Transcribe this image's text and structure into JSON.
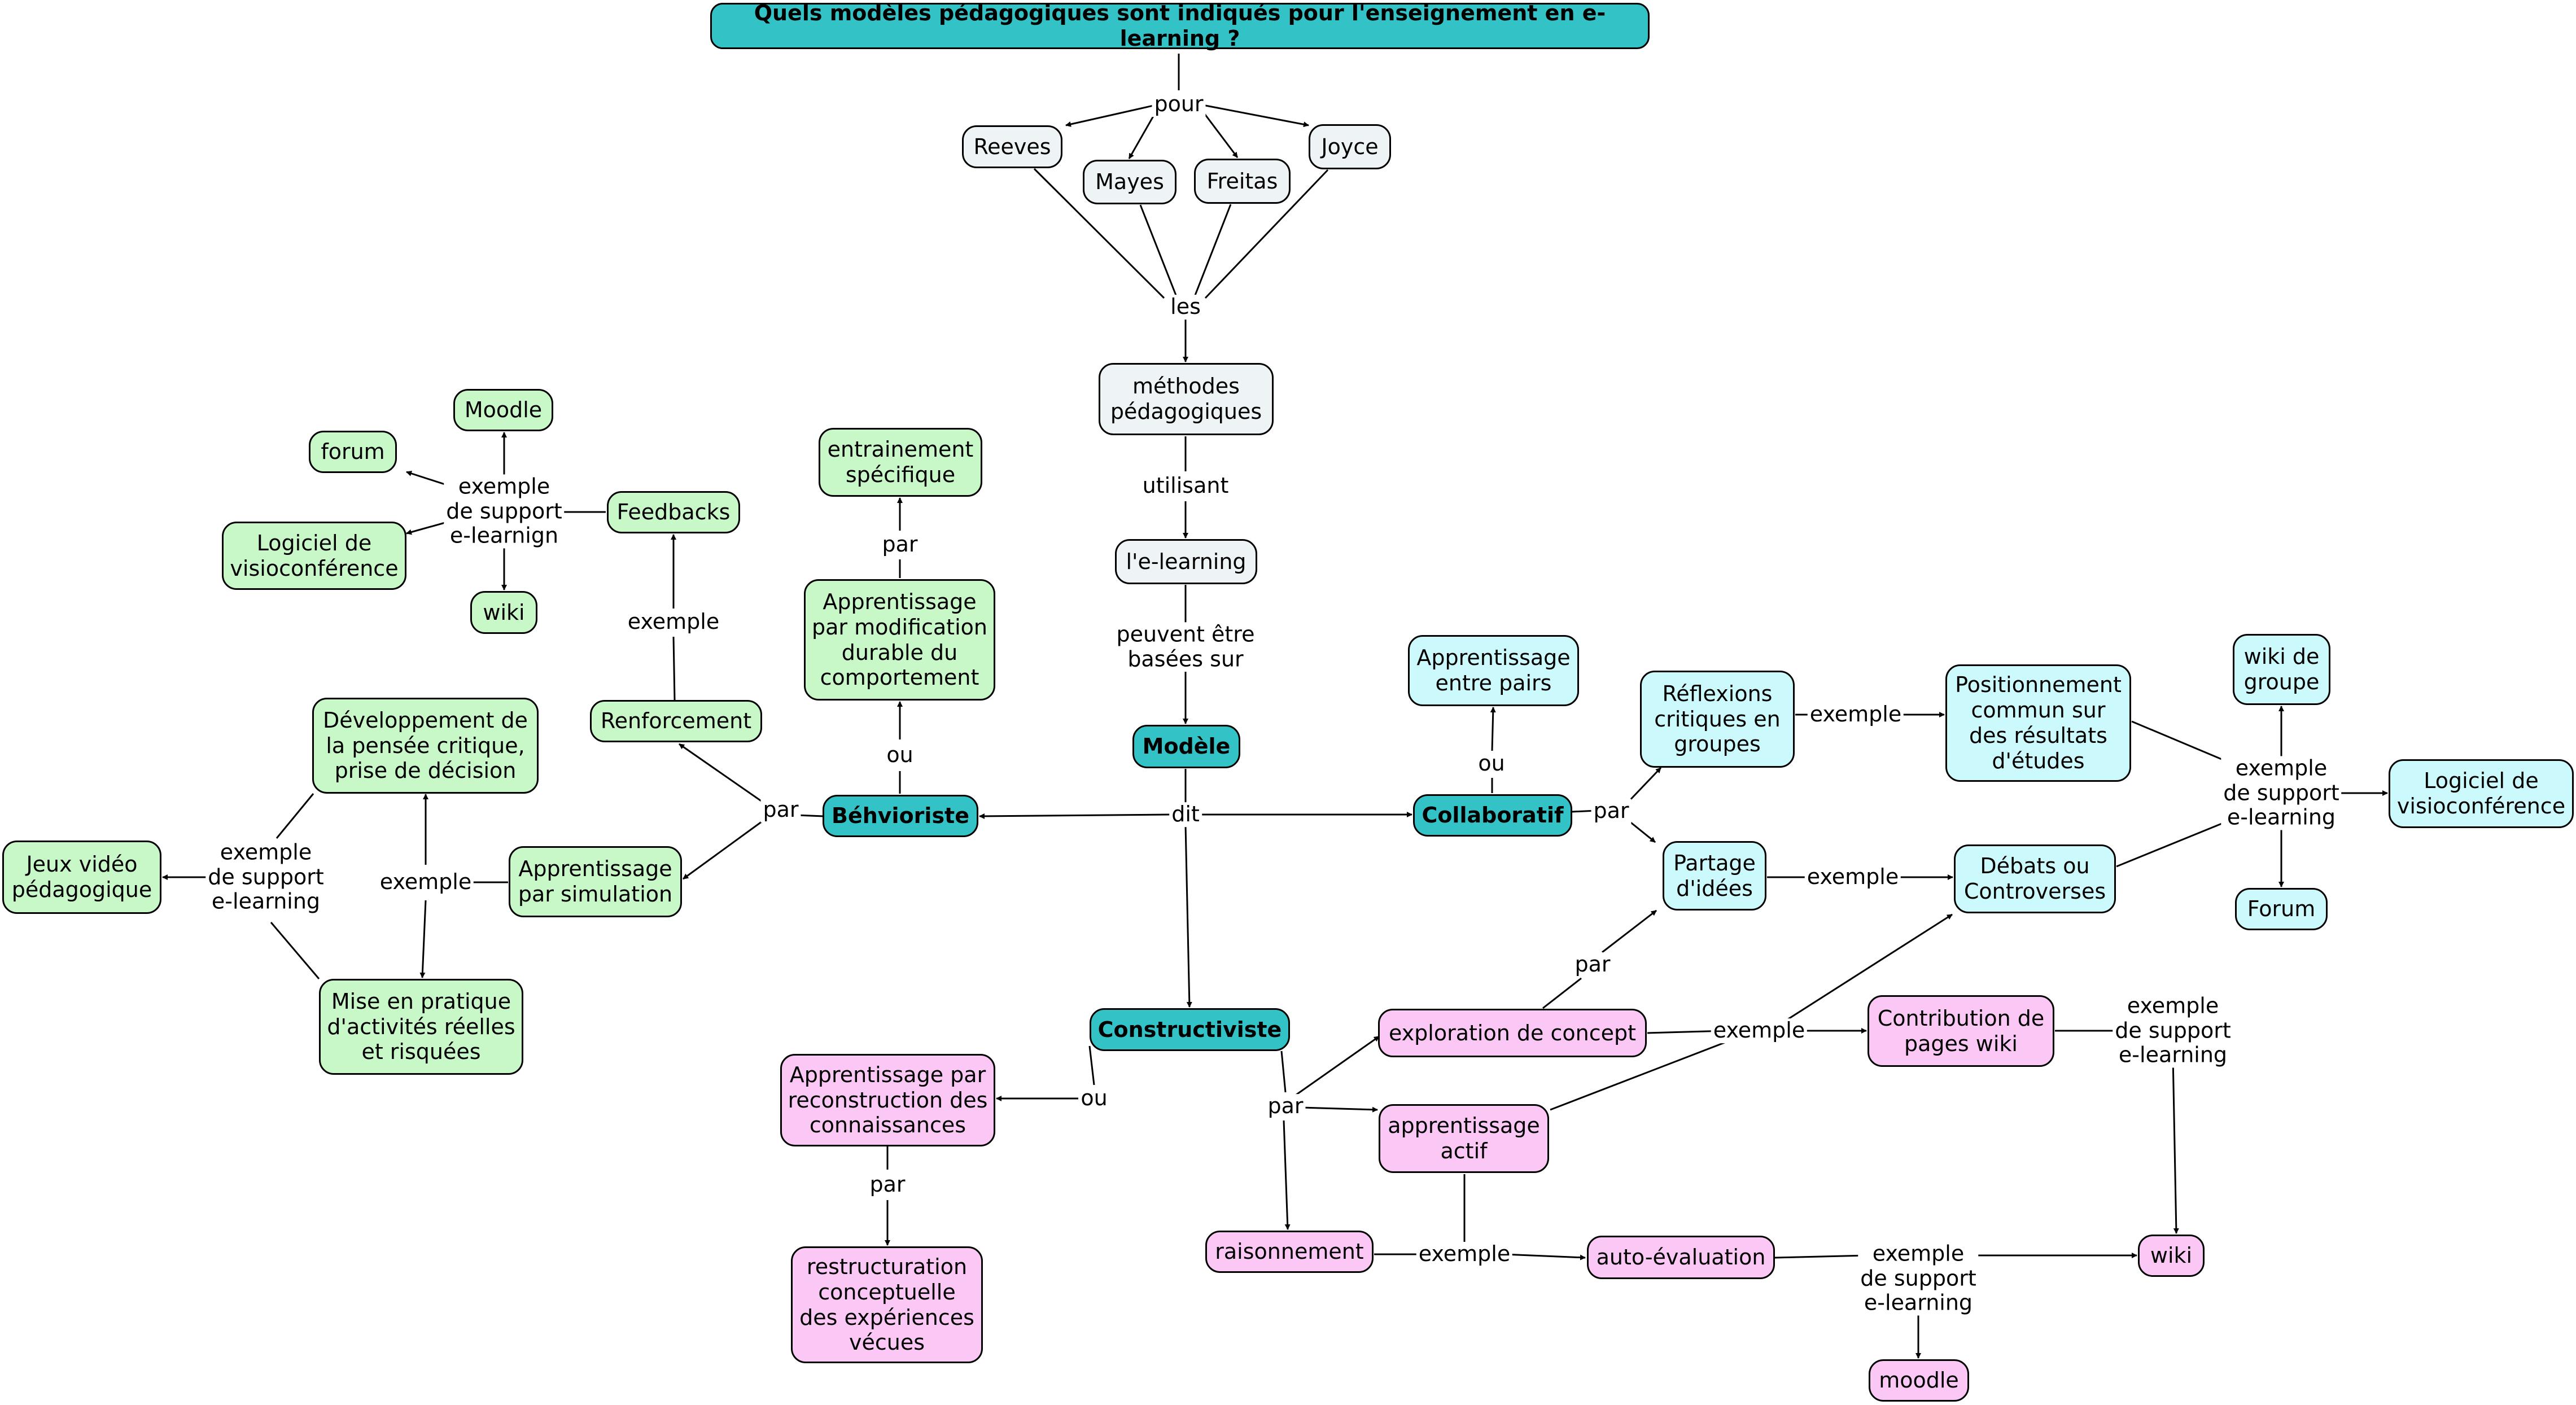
{
  "colors": {
    "title_fill": "#33c3c6",
    "key_fill": "#33c3c6",
    "neutral_fill": "#eef3f5",
    "behaviorist_fill": "#c8f8c8",
    "collaborative_fill": "#ccf9fb",
    "constructivist_fill": "#fbc8f6",
    "line": "#000000"
  },
  "nodes": {
    "title": "Quels modèles pédagogiques sont indiqués pour l'enseignement en e-learning ?",
    "reeves": "Reeves",
    "mayes": "Mayes",
    "freitas": "Freitas",
    "joyce": "Joyce",
    "methodes": "méthodes\npédagogiques",
    "elearning": "l'e-learning",
    "modele": "Modèle",
    "behavioriste": "Béhvioriste",
    "collaboratif": "Collaboratif",
    "constructiviste": "Constructiviste",
    "entrainement": "entrainement\nspécifique",
    "apprentissage_modif": "Apprentissage\npar modification\ndurable du\ncomportement",
    "renforcement": "Renforcement",
    "feedbacks": "Feedbacks",
    "moodle_g": "Moodle",
    "forum_g": "forum",
    "logiciel_g": "Logiciel de\nvisioconférence",
    "wiki_g": "wiki",
    "apprentissage_sim": "Apprentissage\npar simulation",
    "dev_pensee": "Développement de\nla pensée critique,\nprise de décision",
    "mise_pratique": "Mise en pratique\nd'activités réelles\net risquées",
    "jeux_video": "Jeux vidéo\npédagogique",
    "apprentissage_pairs": "Apprentissage\nentre pairs",
    "reflexions": "Réflexions\ncritiques en\ngroupes",
    "positionnement": "Positionnement\ncommun sur\ndes résultats\nd'études",
    "partage": "Partage\nd'idées",
    "debats": "Débats ou\nControverses",
    "wiki_groupe": "wiki de\ngroupe",
    "logiciel_c": "Logiciel de\nvisioconférence",
    "forum_c": "Forum",
    "apprentissage_recon": "Apprentissage par\nreconstruction des\nconnaissances",
    "restructuration": "restructuration\nconceptuelle\ndes expériences\nvécues",
    "exploration": "exploration de concept",
    "apprentissage_actif": "apprentissage\nactif",
    "raisonnement": "raisonnement",
    "contribution": "Contribution de\npages wiki",
    "auto_eval": "auto-évaluation",
    "wiki_p": "wiki",
    "moodle_p": "moodle"
  },
  "labels": {
    "pour": "pour",
    "les": "les",
    "utilisant": "utilisant",
    "peuvent": "peuvent être\nbasées sur",
    "dit": "dit",
    "par_b": "par",
    "ou_b": "ou",
    "par_modif": "par",
    "exemple_renf": "exemple",
    "support_fb": "exemple\nde support\ne-learnign",
    "exemple_sim": "exemple",
    "support_jeux": "exemple\nde support\ne-learning",
    "ou_c": "ou",
    "par_c": "par",
    "exemple_refl": "exemple",
    "exemple_partage": "exemple",
    "support_c": "exemple\nde support\ne-learning",
    "par_expl": "par",
    "ou_k": "ou",
    "par_recon": "par",
    "par_k": "par",
    "exemple_k": "exemple",
    "exemple_rais": "exemple",
    "support_contrib": "exemple\nde support\ne-learning",
    "support_auto": "exemple\nde support\ne-learning"
  }
}
